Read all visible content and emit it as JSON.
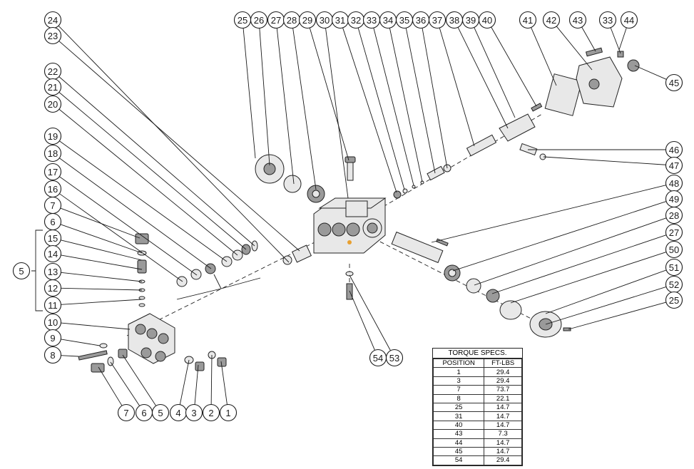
{
  "diagram": {
    "callouts": [
      "24",
      "23",
      "22",
      "21",
      "20",
      "19",
      "18",
      "17",
      "16",
      "7",
      "6",
      "15",
      "14",
      "5",
      "13",
      "12",
      "11",
      "10",
      "9",
      "8",
      "7",
      "6",
      "5",
      "4",
      "3",
      "2",
      "1",
      "25",
      "26",
      "27",
      "28",
      "29",
      "30",
      "31",
      "32",
      "33",
      "34",
      "35",
      "36",
      "37",
      "38",
      "39",
      "40",
      "41",
      "42",
      "43",
      "33",
      "44",
      "45",
      "46",
      "47",
      "48",
      "49",
      "28",
      "27",
      "50",
      "51",
      "52",
      "25",
      "54",
      "53"
    ]
  },
  "torque_table": {
    "title": "TORQUE SPECS.",
    "headers": [
      "POSITION",
      "FT-LBS"
    ],
    "rows": [
      [
        "1",
        "29.4"
      ],
      [
        "3",
        "29.4"
      ],
      [
        "7",
        "73.7"
      ],
      [
        "8",
        "22.1"
      ],
      [
        "25",
        "14.7"
      ],
      [
        "31",
        "14.7"
      ],
      [
        "40",
        "14.7"
      ],
      [
        "43",
        "7.3"
      ],
      [
        "44",
        "14.7"
      ],
      [
        "45",
        "14.7"
      ],
      [
        "54",
        "29.4"
      ]
    ]
  }
}
